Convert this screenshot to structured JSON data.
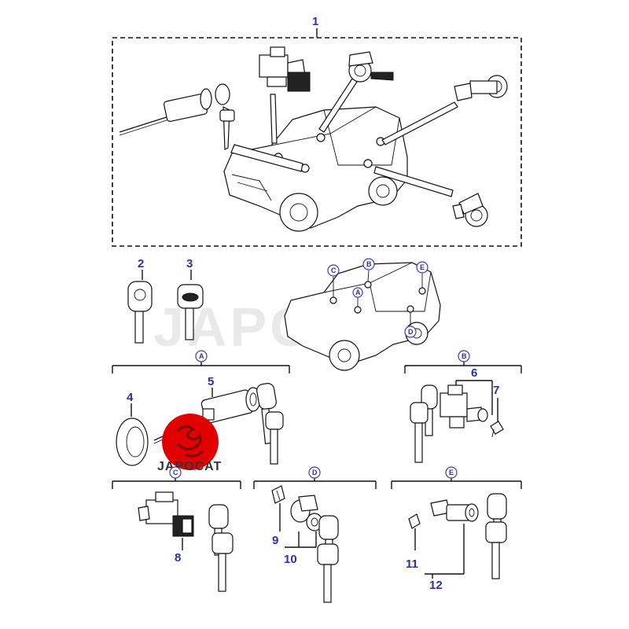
{
  "watermark": "JAPOCAT",
  "logo": {
    "text": "JAPOCAT",
    "color": "#e10000"
  },
  "label_color": "#2b2fa8",
  "part_numbers": {
    "n1": "1",
    "n2": "2",
    "n3": "3",
    "n4": "4",
    "n5": "5",
    "n6": "6",
    "n7": "7",
    "n8": "8",
    "n9": "9",
    "n10": "10",
    "n11": "11",
    "n12": "12"
  },
  "location_letters": {
    "car_c": "C",
    "car_b": "B",
    "car_e": "E",
    "car_a": "A",
    "car_d": "D",
    "group_a": "A",
    "group_b": "B",
    "group_c": "C",
    "group_d": "D",
    "group_e": "E"
  }
}
